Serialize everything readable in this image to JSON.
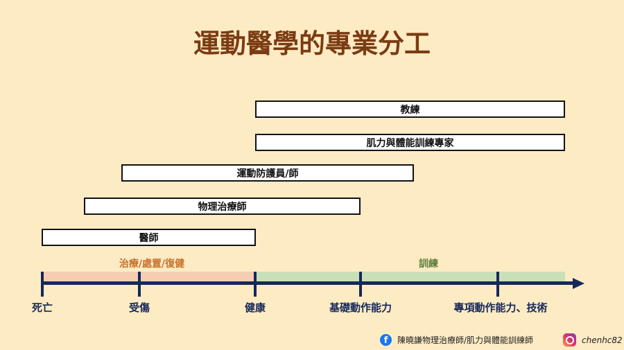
{
  "title": "運動醫學的專業分工",
  "roles": [
    "教練",
    "肌力與體能訓練專家",
    "運動防護員/師",
    "物理治療師",
    "醫師"
  ],
  "categories": {
    "treatment": "治療/處置/復健",
    "training": "訓練"
  },
  "axis": [
    "死亡",
    "受傷",
    "健康",
    "基礎動作能力",
    "專項動作能力、技術"
  ],
  "footer": {
    "facebook": "陳曉謙物理治療師/肌力與體能訓練師",
    "instagram": "chenhc82"
  },
  "colors": {
    "title": "#7b3b12",
    "treatment_band": "#f5cdb0",
    "training_band": "#c9dfb8",
    "axis": "#14285a"
  }
}
